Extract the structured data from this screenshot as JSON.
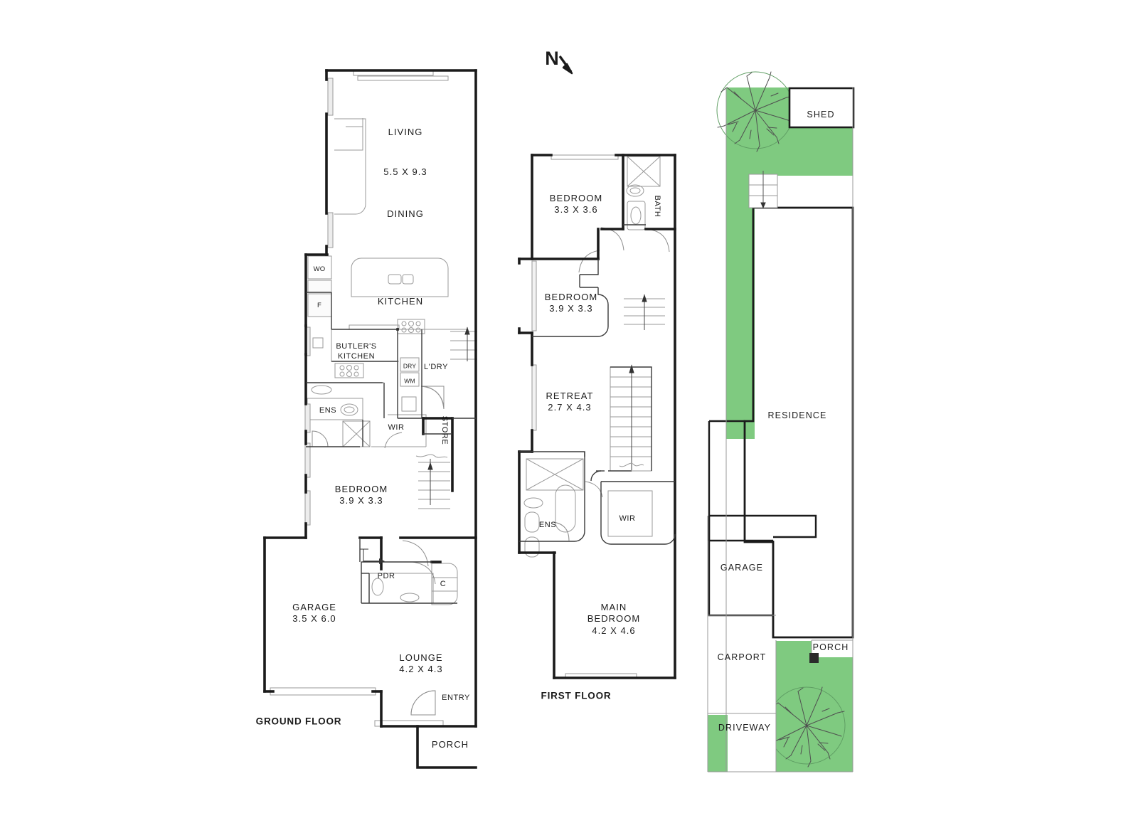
{
  "document": {
    "type": "real-estate-floorplan",
    "colors": {
      "wall": "#1b1b1b",
      "thin_line": "#8a8a8a",
      "lawn_green": "#7fca80",
      "text": "#1b1b1b",
      "background": "#ffffff"
    }
  },
  "compass": {
    "label": "N",
    "arrow_direction": "south-east"
  },
  "ground_floor": {
    "title": "GROUND FLOOR",
    "rooms": [
      {
        "name": "LIVING",
        "dimensions": "5.5 X 9.3"
      },
      {
        "name": "DINING",
        "dimensions": ""
      },
      {
        "name": "KITCHEN",
        "dimensions": ""
      },
      {
        "name": "BUTLER'S",
        "dimensions": ""
      },
      {
        "name": "KITCHEN",
        "dimensions": ""
      },
      {
        "name": "L'DRY",
        "dimensions": ""
      },
      {
        "name": "ENS",
        "dimensions": ""
      },
      {
        "name": "WIR",
        "dimensions": ""
      },
      {
        "name": "STORE",
        "dimensions": ""
      },
      {
        "name": "BEDROOM",
        "dimensions": "3.9 X 3.3"
      },
      {
        "name": "GARAGE",
        "dimensions": "3.5 X 6.0"
      },
      {
        "name": "PDR",
        "dimensions": ""
      },
      {
        "name": "LOUNGE",
        "dimensions": "4.2 X 4.3"
      },
      {
        "name": "ENTRY",
        "dimensions": ""
      },
      {
        "name": "PORCH",
        "dimensions": ""
      }
    ],
    "labels": {
      "living": "LIVING",
      "living_dim": "5.5 X 9.3",
      "dining": "DINING",
      "kitchen": "KITCHEN",
      "butlers_line1": "BUTLER'S",
      "butlers_line2": "KITCHEN",
      "wall_oven": "WO",
      "fridge": "F",
      "dryer": "DRY",
      "washing_machine": "WM",
      "laundry": "L'DRY",
      "ensuite": "ENS",
      "walk_in_robe": "WIR",
      "store": "STORE",
      "bedroom": "BEDROOM",
      "bedroom_dim": "3.9 X 3.3",
      "garage": "GARAGE",
      "garage_dim": "3.5 X 6.0",
      "powder": "PDR",
      "cupboard": "C",
      "lounge": "LOUNGE",
      "lounge_dim": "4.2 X 4.3",
      "entry": "ENTRY",
      "porch": "PORCH"
    }
  },
  "first_floor": {
    "title": "FIRST FLOOR",
    "rooms": [
      {
        "name": "BEDROOM",
        "dimensions": "3.3 X 3.6"
      },
      {
        "name": "BATH",
        "dimensions": ""
      },
      {
        "name": "BEDROOM",
        "dimensions": "3.9 X 3.3"
      },
      {
        "name": "RETREAT",
        "dimensions": "2.7 X 4.3"
      },
      {
        "name": "ENS",
        "dimensions": ""
      },
      {
        "name": "WIR",
        "dimensions": ""
      },
      {
        "name": "MAIN BEDROOM",
        "dimensions": "4.2 X 4.6"
      }
    ],
    "labels": {
      "bedroom1": "BEDROOM",
      "bedroom1_dim": "3.3 X 3.6",
      "bath": "BATH",
      "bedroom2": "BEDROOM",
      "bedroom2_dim": "3.9 X 3.3",
      "retreat": "RETREAT",
      "retreat_dim": "2.7 X 4.3",
      "ensuite": "ENS",
      "walk_in_robe": "WIR",
      "main_bedroom_line1": "MAIN",
      "main_bedroom_line2": "BEDROOM",
      "main_bedroom_dim": "4.2 X 4.6"
    }
  },
  "site_plan": {
    "labels": {
      "shed": "SHED",
      "residence": "RESIDENCE",
      "garage": "GARAGE",
      "carport": "CARPORT",
      "porch": "PORCH",
      "driveway": "DRIVEWAY"
    },
    "features": [
      "tree-north",
      "tree-south",
      "lawn",
      "steps"
    ]
  }
}
